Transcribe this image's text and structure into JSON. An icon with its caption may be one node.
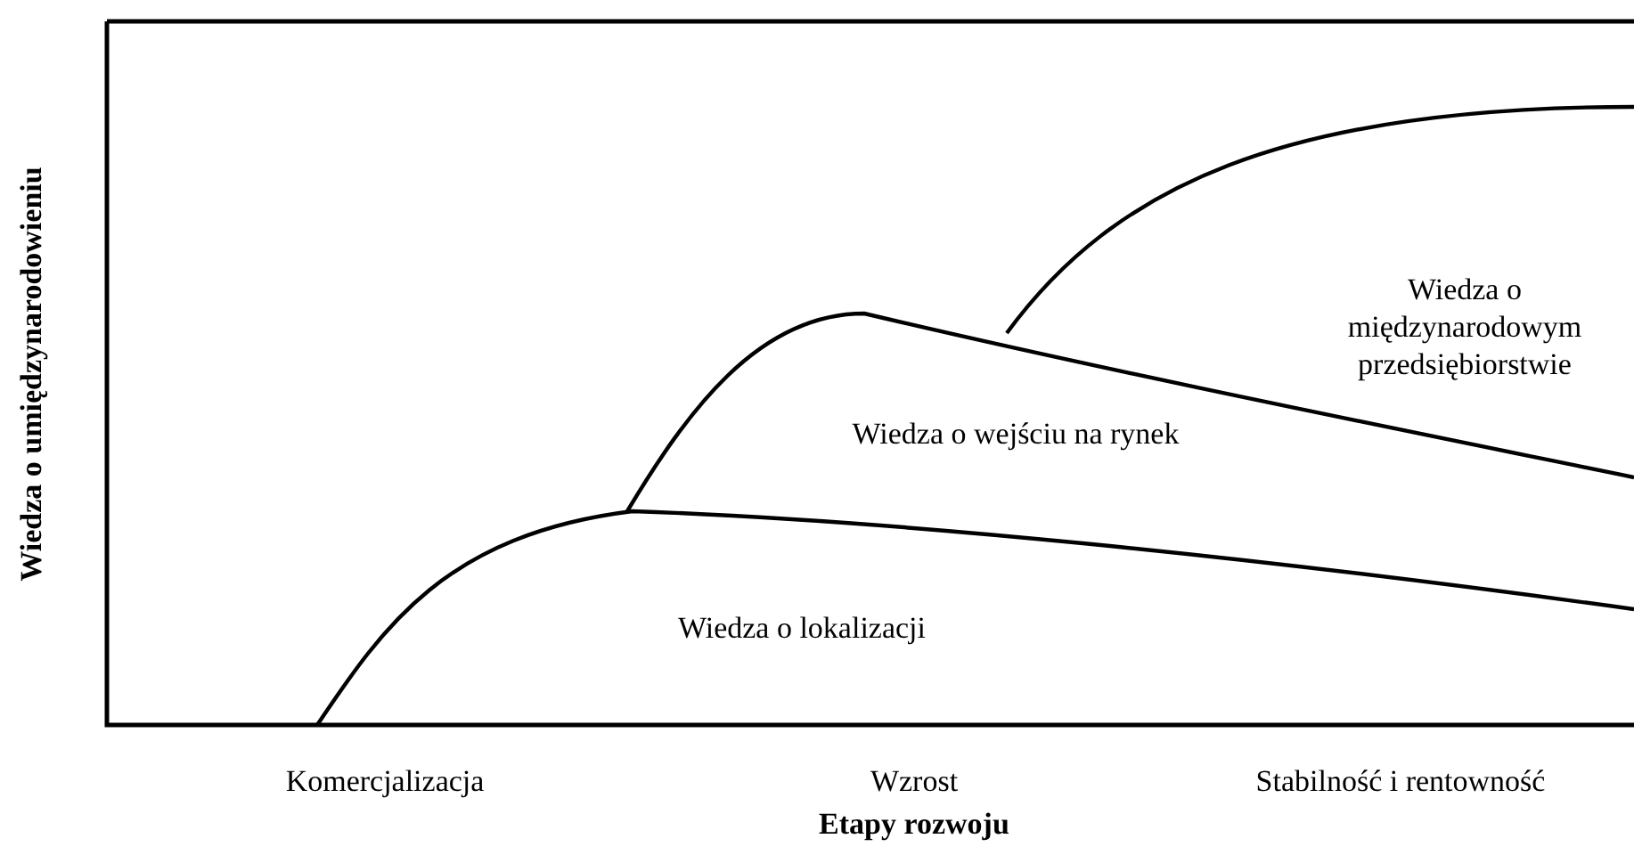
{
  "diagram": {
    "labels": [
      "Wiedza o umiędzynarodowieniu",
      "Wiedza o międzynarodowym przedsiębiorstwie",
      "Wiedza o wejściu na rynek",
      "Wiedza o lokalizacji",
      "Komercjalizacja",
      "Wzrost",
      "Stabilność i rentowność",
      "Etapy rozwoju"
    ]
  }
}
